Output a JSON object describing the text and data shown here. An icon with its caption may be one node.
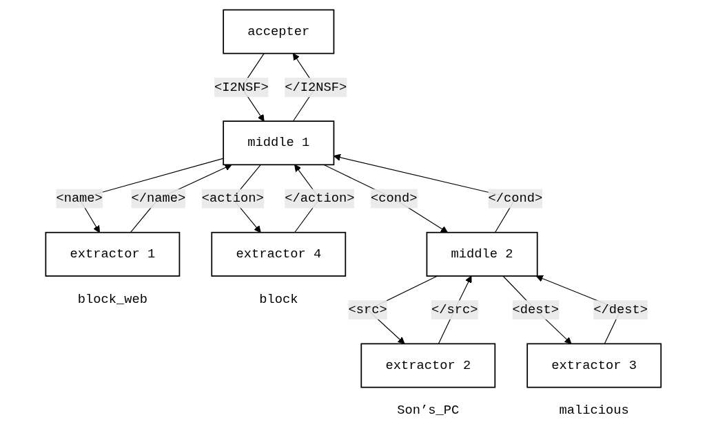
{
  "diagram": {
    "nodes": [
      {
        "text": [
          "accepter"
        ]
      },
      {
        "text": [
          "middle 1"
        ]
      },
      {
        "text": [
          "extractor 1"
        ],
        "beside": [
          "block_web"
        ]
      },
      {
        "text": [
          "middle 2"
        ]
      },
      {
        "text": [
          "extractor 4"
        ],
        "beside": [
          "block"
        ]
      },
      {
        "text": [
          "extractor 2"
        ],
        "beside": [
          "Son’s_PC"
        ]
      },
      {
        "text": [
          "extractor 3"
        ],
        "beside": [
          "malicious"
        ]
      }
    ],
    "edges": [
      {
        "from": 0,
        "to": 1,
        "arrow": "to",
        "label": "<I2NSF>"
      },
      {
        "from": 1,
        "to": 0,
        "arrow": "to",
        "label": "</I2NSF>"
      },
      {
        "from": 1,
        "to": 2,
        "arrow": "to",
        "label": "<name>"
      },
      {
        "from": 2,
        "to": 1,
        "arrow": "to",
        "label": "</name>"
      },
      {
        "from": 1,
        "to": 3,
        "arrow": "to",
        "label": "<cond>"
      },
      {
        "from": 3,
        "to": 1,
        "arrow": "to",
        "label": "</cond>"
      },
      {
        "from": 1,
        "to": 4,
        "arrow": "to",
        "label": "<action>"
      },
      {
        "from": 4,
        "to": 1,
        "arrow": "to",
        "label": "</action>"
      },
      {
        "from": 3,
        "to": 5,
        "arrow": "to",
        "label": "<src>"
      },
      {
        "from": 5,
        "to": 3,
        "arrow": "to",
        "label": "</src>"
      },
      {
        "from": 3,
        "to": 6,
        "arrow": "to",
        "label": "<dest>"
      },
      {
        "from": 6,
        "to": 3,
        "arrow": "to",
        "label": "</dest>"
      }
    ]
  }
}
